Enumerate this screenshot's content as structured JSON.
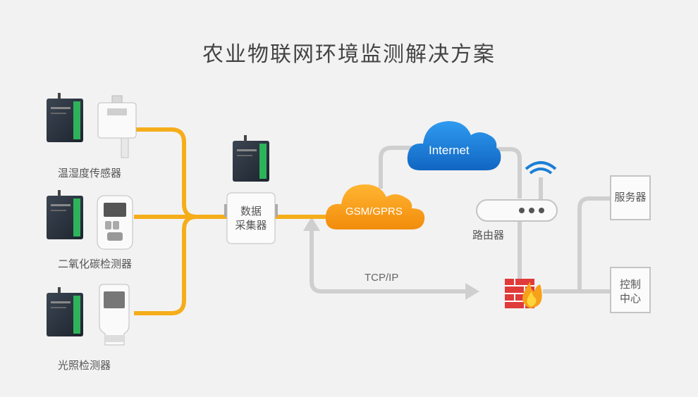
{
  "title": "农业物联网环境监测解决方案",
  "devices": [
    {
      "label": "温湿度传感器"
    },
    {
      "label": "二氧化碳检测器"
    },
    {
      "label": "光照检测器"
    }
  ],
  "collector": {
    "line1": "数据",
    "line2": "采集器"
  },
  "gsm_cloud": {
    "label": "GSM/GPRS"
  },
  "internet_cloud": {
    "label": "Internet"
  },
  "router": {
    "label": "路由器"
  },
  "protocol": {
    "label": "TCP/IP"
  },
  "server": {
    "label": "服务器"
  },
  "control_center": {
    "line1": "控制",
    "line2": "中心"
  },
  "colors": {
    "data_line": "#f5ad1a",
    "network_line": "#c8c8c8",
    "gsm_cloud": "#f79a12",
    "internet_cloud": "#1a7fd6",
    "firewall": "#e03a3a"
  }
}
